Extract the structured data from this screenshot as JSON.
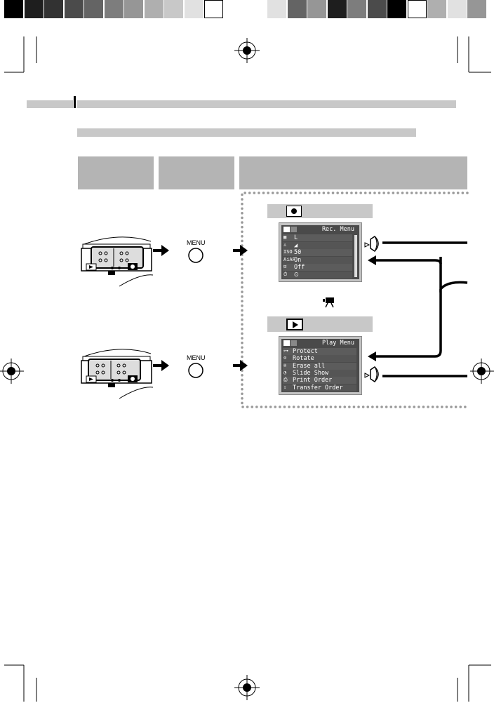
{
  "swatches_left": [
    "#000000",
    "#1e1e1e",
    "#323232",
    "#4b4b4b",
    "#646464",
    "#7d7d7d",
    "#969696",
    "#afafaf",
    "#c8c8c8",
    "#e1e1e1",
    "#ffffff"
  ],
  "swatches_right": [
    "#e1e1e1",
    "#646464",
    "#969696",
    "#1e1e1e",
    "#7d7d7d",
    "#4b4b4b",
    "#000000",
    "#ffffff",
    "#afafaf",
    "#e1e1e1",
    "#969696"
  ],
  "camera": {
    "menu_button_label": "MENU"
  },
  "rec_menu": {
    "title": "Rec. Menu",
    "rows": [
      "L",
      "◢",
      "50",
      "On",
      "Off",
      "⏲"
    ],
    "icons": [
      "▦",
      "♙",
      "ISO",
      "AiAF",
      "⊡",
      "⏱"
    ]
  },
  "play_menu": {
    "title": "Play Menu",
    "items": [
      "Protect",
      "Rotate",
      "Erase all",
      "Slide Show",
      "Print Order",
      "Transfer Order"
    ],
    "icons": [
      "⊶",
      "⊙",
      "✇",
      "◔",
      "⎙",
      "⇪"
    ]
  },
  "colors": {
    "header_gray": "#c8c8c8",
    "panel_gray": "#b4b4b4",
    "lcd_bg": "#4a4a4a",
    "lcd_row": "#5c5c5c"
  }
}
